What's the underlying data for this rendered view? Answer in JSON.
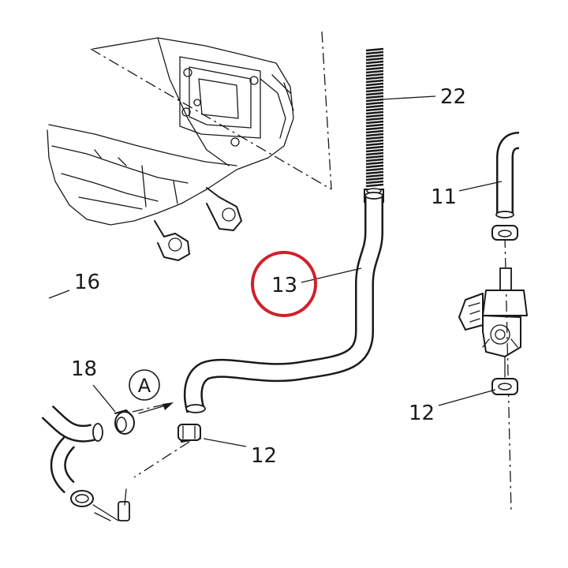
{
  "labels": {
    "part_22": "22",
    "part_11": "11",
    "part_16": "16",
    "part_13": "13",
    "part_18": "18",
    "part_12_center": "12",
    "part_12_right": "12"
  },
  "callout": {
    "text": "A"
  },
  "highlight": {
    "color": "#d0202a",
    "target_part": "13"
  },
  "line_color": "#1a1a1a"
}
